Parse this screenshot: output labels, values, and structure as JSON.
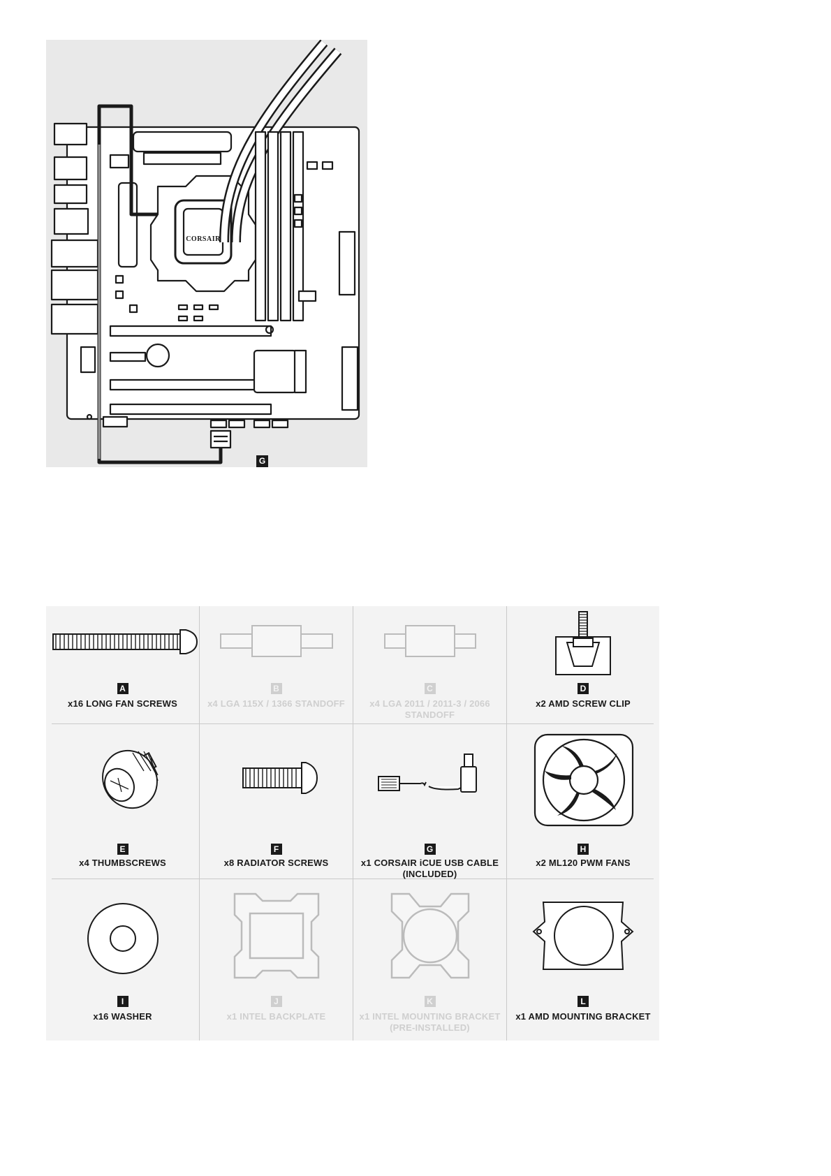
{
  "diagram": {
    "logo_text": "CORSAIR",
    "callout_label": "G"
  },
  "parts": [
    {
      "letter": "A",
      "caption": "x16 LONG FAN SCREWS",
      "icon": "long-fan-screw-icon",
      "faded": false
    },
    {
      "letter": "B",
      "caption": "x4 LGA 115X / 1366 STANDOFF",
      "icon": "standoff-icon",
      "faded": true
    },
    {
      "letter": "C",
      "caption": "x4 LGA 2011 / 2011-3 / 2066 STANDOFF",
      "icon": "standoff-icon",
      "faded": true
    },
    {
      "letter": "D",
      "caption": "x2 AMD SCREW CLIP",
      "icon": "screw-clip-icon",
      "faded": false
    },
    {
      "letter": "E",
      "caption": "x4 THUMBSCREWS",
      "icon": "thumbscrew-icon",
      "faded": false
    },
    {
      "letter": "F",
      "caption": "x8 RADIATOR SCREWS",
      "icon": "radiator-screw-icon",
      "faded": false
    },
    {
      "letter": "G",
      "caption": "x1 CORSAIR iCUE USB CABLE (INCLUDED)",
      "icon": "usb-cable-icon",
      "faded": false
    },
    {
      "letter": "H",
      "caption": "x2 ML120 PWM FANS",
      "icon": "fan-icon",
      "faded": false
    },
    {
      "letter": "I",
      "caption": "x16 WASHER",
      "icon": "washer-icon",
      "faded": false
    },
    {
      "letter": "J",
      "caption": "x1 INTEL BACKPLATE",
      "icon": "backplate-icon",
      "faded": true
    },
    {
      "letter": "K",
      "caption": "x1 INTEL MOUNTING BRACKET (PRE-INSTALLED)",
      "icon": "mounting-bracket-icon",
      "faded": true
    },
    {
      "letter": "L",
      "caption": "x1 AMD MOUNTING BRACKET",
      "icon": "amd-bracket-icon",
      "faded": false
    }
  ]
}
